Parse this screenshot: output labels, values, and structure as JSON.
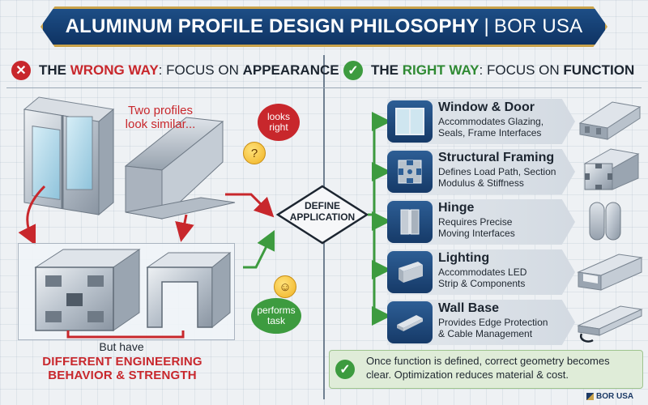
{
  "banner": {
    "title": "ALUMINUM PROFILE DESIGN PHILOSOPHY",
    "separator": "|",
    "brand": "BOR USA"
  },
  "left_header": {
    "prefix": "THE",
    "emphasis": "WRONG WAY",
    "middle": ": FOCUS ON",
    "last": "APPEARANCE",
    "icon": "x-circle-icon",
    "icon_glyph": "✕",
    "color": "#c8272c"
  },
  "right_header": {
    "prefix": "THE",
    "emphasis": "RIGHT WAY",
    "middle": ": FOCUS ON",
    "last": "FUNCTION",
    "icon": "check-circle-icon",
    "icon_glyph": "✓",
    "color": "#3d9b3f"
  },
  "left": {
    "similar_note_1": "Two profiles",
    "similar_note_2": "look similar...",
    "bubble_red_1": "looks",
    "bubble_red_2": "right",
    "bubble_green_1": "performs",
    "bubble_green_2": "task",
    "but_have": "But have",
    "warning_1": "DIFFERENT ENGINEERING",
    "warning_2": "BEHAVIOR & STRENGTH"
  },
  "center": {
    "line1": "DEFINE",
    "line2": "APPLICATION"
  },
  "applications": [
    {
      "title": "Window & Door",
      "desc1": "Accommodates Glazing,",
      "desc2": "Seals, Frame Interfaces",
      "icon": "window-icon"
    },
    {
      "title": "Structural Framing",
      "desc1": "Defines Load Path, Section",
      "desc2": "Modulus & Stiffness",
      "icon": "t-slot-profile-icon"
    },
    {
      "title": "Hinge",
      "desc1": "Requires Precise",
      "desc2": "Moving Interfaces",
      "icon": "hinge-icon"
    },
    {
      "title": "Lighting",
      "desc1": "Accommodates LED",
      "desc2": "Strip & Components",
      "icon": "led-channel-icon"
    },
    {
      "title": "Wall Base",
      "desc1": "Provides Edge Protection",
      "desc2": "& Cable Management",
      "icon": "wall-base-icon"
    }
  ],
  "footer": {
    "line1": "Once function is defined, correct geometry becomes",
    "line2": "clear. Optimization reduces material & cost.",
    "icon": "check-circle-icon",
    "brand": "BOR USA"
  },
  "colors": {
    "navy": "#163a68",
    "gold": "#c9a24a",
    "red": "#c8272c",
    "green": "#3d9b3f"
  }
}
